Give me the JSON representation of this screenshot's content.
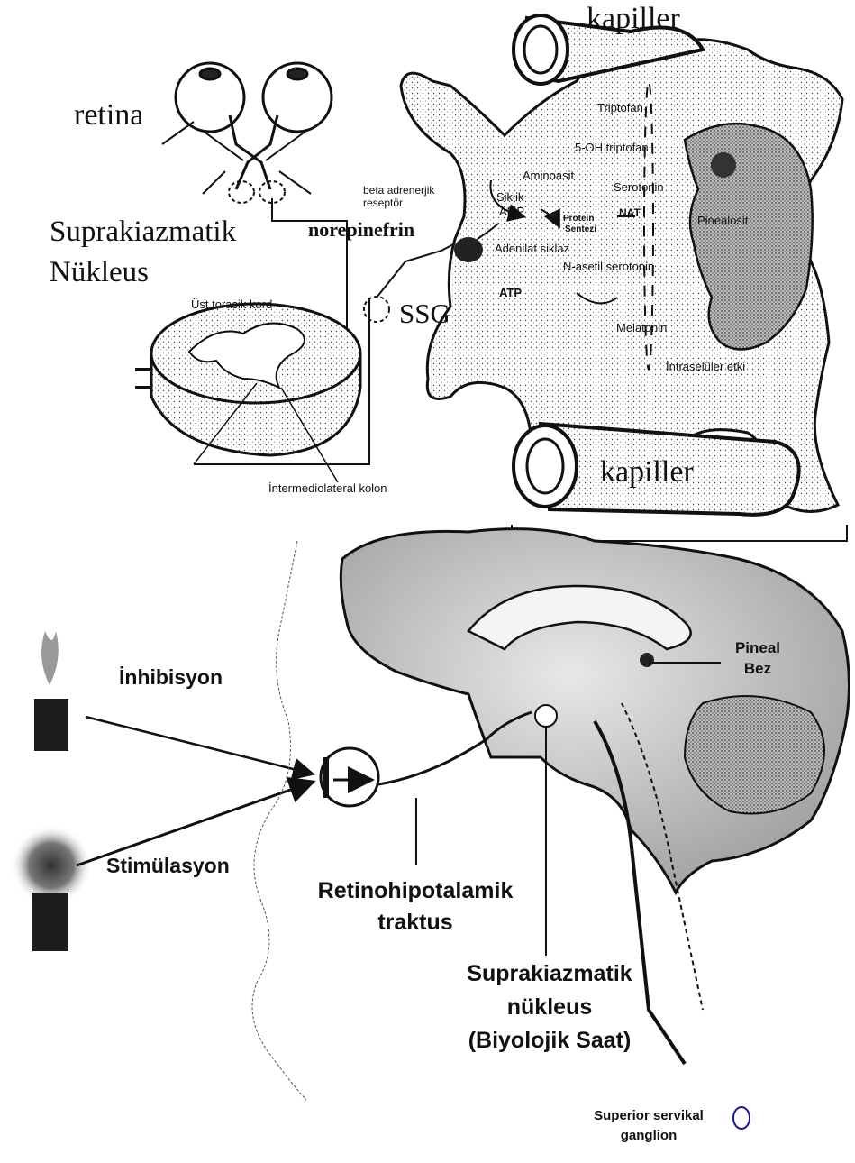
{
  "top_panel": {
    "capillary_top": "kapiller",
    "capillary_bottom": "kapiller",
    "retina": "retina",
    "scn_line1": "Suprakiazmatik",
    "scn_line2": "Nükleus",
    "norepinephrine": "norepinefrin",
    "beta_receptor_line1": "beta adrenerjik",
    "beta_receptor_line2": "reseptör",
    "cyclic_amp_line1": "Siklik",
    "cyclic_amp_line2": "AMP",
    "amino_acid": "Aminoasit",
    "protein_synthesis_line1": "Protein",
    "protein_synthesis_line2": "Sentezi",
    "nat": "NAT",
    "adenylate_cyclase": "Adenilat siklaz",
    "atp": "ATP",
    "ssg": "SSG",
    "upper_thoracic_cord": "Üst torasik kord",
    "intermediolateral_column": "İntermediolateral kolon",
    "pinealocyte": "Pinealosit",
    "intracellular_effect": "İntraselüler etki",
    "pathway": [
      "Triptofan",
      "5-OH triptofan",
      "Serotonin",
      "N-asetil serotonin",
      "Melatonin"
    ]
  },
  "bottom_panel": {
    "inhibition": "İnhibisyon",
    "stimulation": "Stimülasyon",
    "rht_line1": "Retinohipotalamik",
    "rht_line2": "traktus",
    "scn_line1": "Suprakiazmatik",
    "scn_line2": "nükleus",
    "scn_line3": "(Biyolojik Saat)",
    "pineal_line1": "Pineal",
    "pineal_line2": "Bez",
    "ganglion_line1": "Superior servikal",
    "ganglion_line2": "ganglion"
  }
}
